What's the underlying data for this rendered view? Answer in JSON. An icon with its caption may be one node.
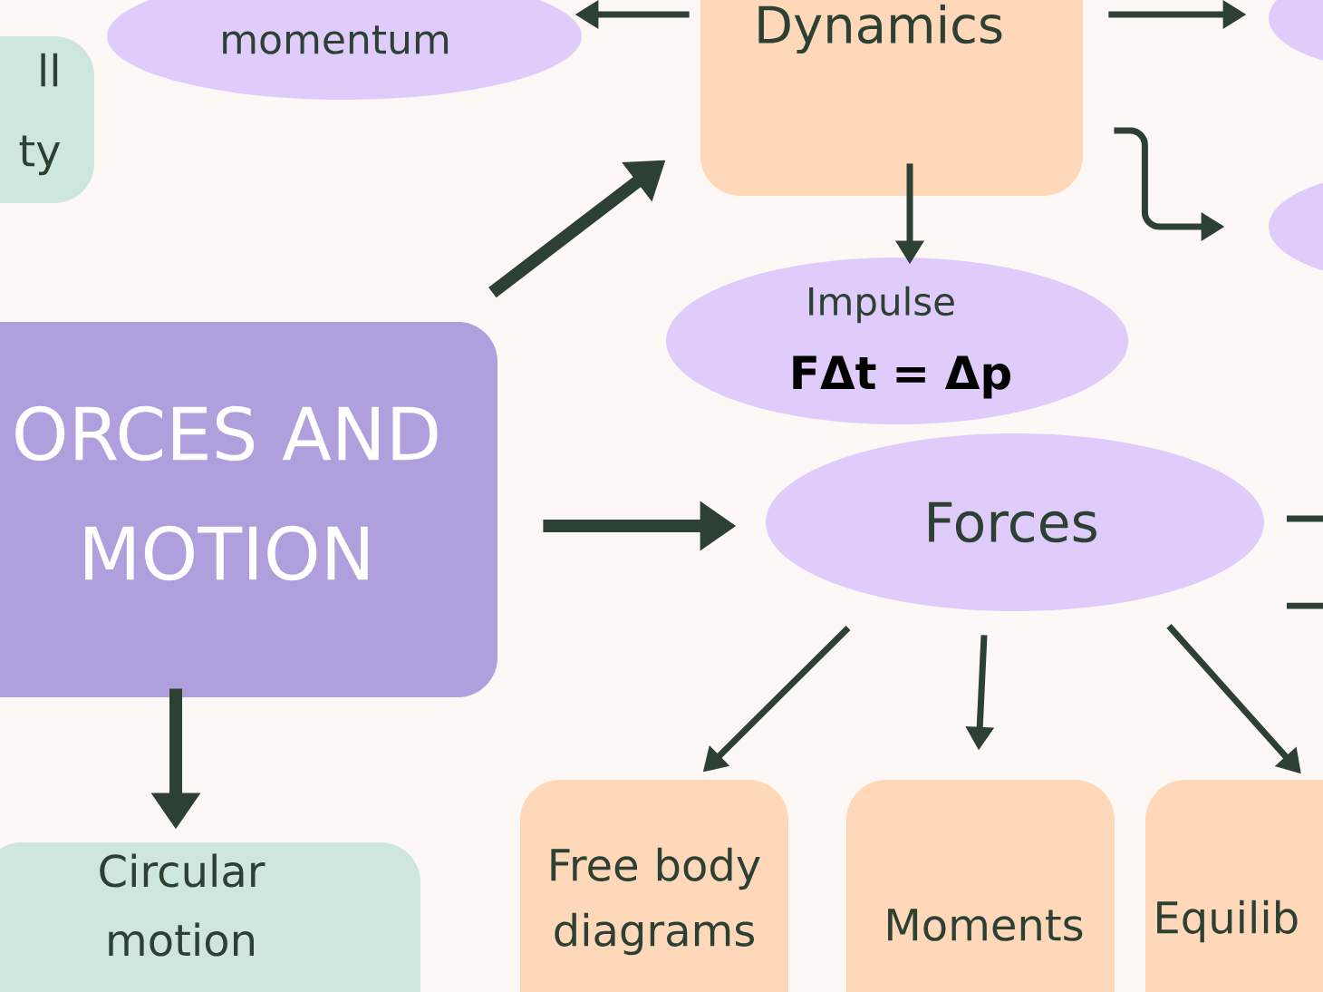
{
  "diagram": {
    "nodes": [
      {
        "text": [
          "ll ty"
        ]
      },
      {
        "text": [
          "momentum"
        ]
      },
      {
        "text": [
          "Dynamics"
        ]
      },
      {
        "text": [],
        "shape": "ellipse"
      },
      {
        "text": [],
        "shape": "ellipse"
      },
      {
        "text": [
          "Impulse",
          "FΔt = Δp"
        ]
      },
      {
        "text": [
          "ORCES AND MOTION"
        ]
      },
      {
        "text": [
          "Forces"
        ]
      },
      {
        "text": [
          "Circular motion"
        ]
      },
      {
        "text": [
          "Free body diagrams"
        ]
      },
      {
        "text": [
          "Moments"
        ]
      },
      {
        "text": [
          "Equilib"
        ]
      }
    ],
    "edges": [
      {
        "from": 2,
        "to": 1,
        "arrow": "to"
      },
      {
        "from": 2,
        "to": 3,
        "arrow": "to"
      },
      {
        "from": 2,
        "to": 4,
        "arrow": "to"
      },
      {
        "from": 2,
        "to": 5,
        "arrow": "to"
      },
      {
        "from": 6,
        "to": 2,
        "arrow": "to",
        "style": "thick"
      },
      {
        "from": 6,
        "to": 7,
        "arrow": "to",
        "style": "thick"
      },
      {
        "from": 6,
        "to": 8,
        "arrow": "to",
        "style": "thick"
      },
      {
        "from": 7,
        "to": 9,
        "arrow": "to"
      },
      {
        "from": 7,
        "to": 10,
        "arrow": "to"
      },
      {
        "from": 7,
        "to": 11,
        "arrow": "to"
      }
    ]
  }
}
